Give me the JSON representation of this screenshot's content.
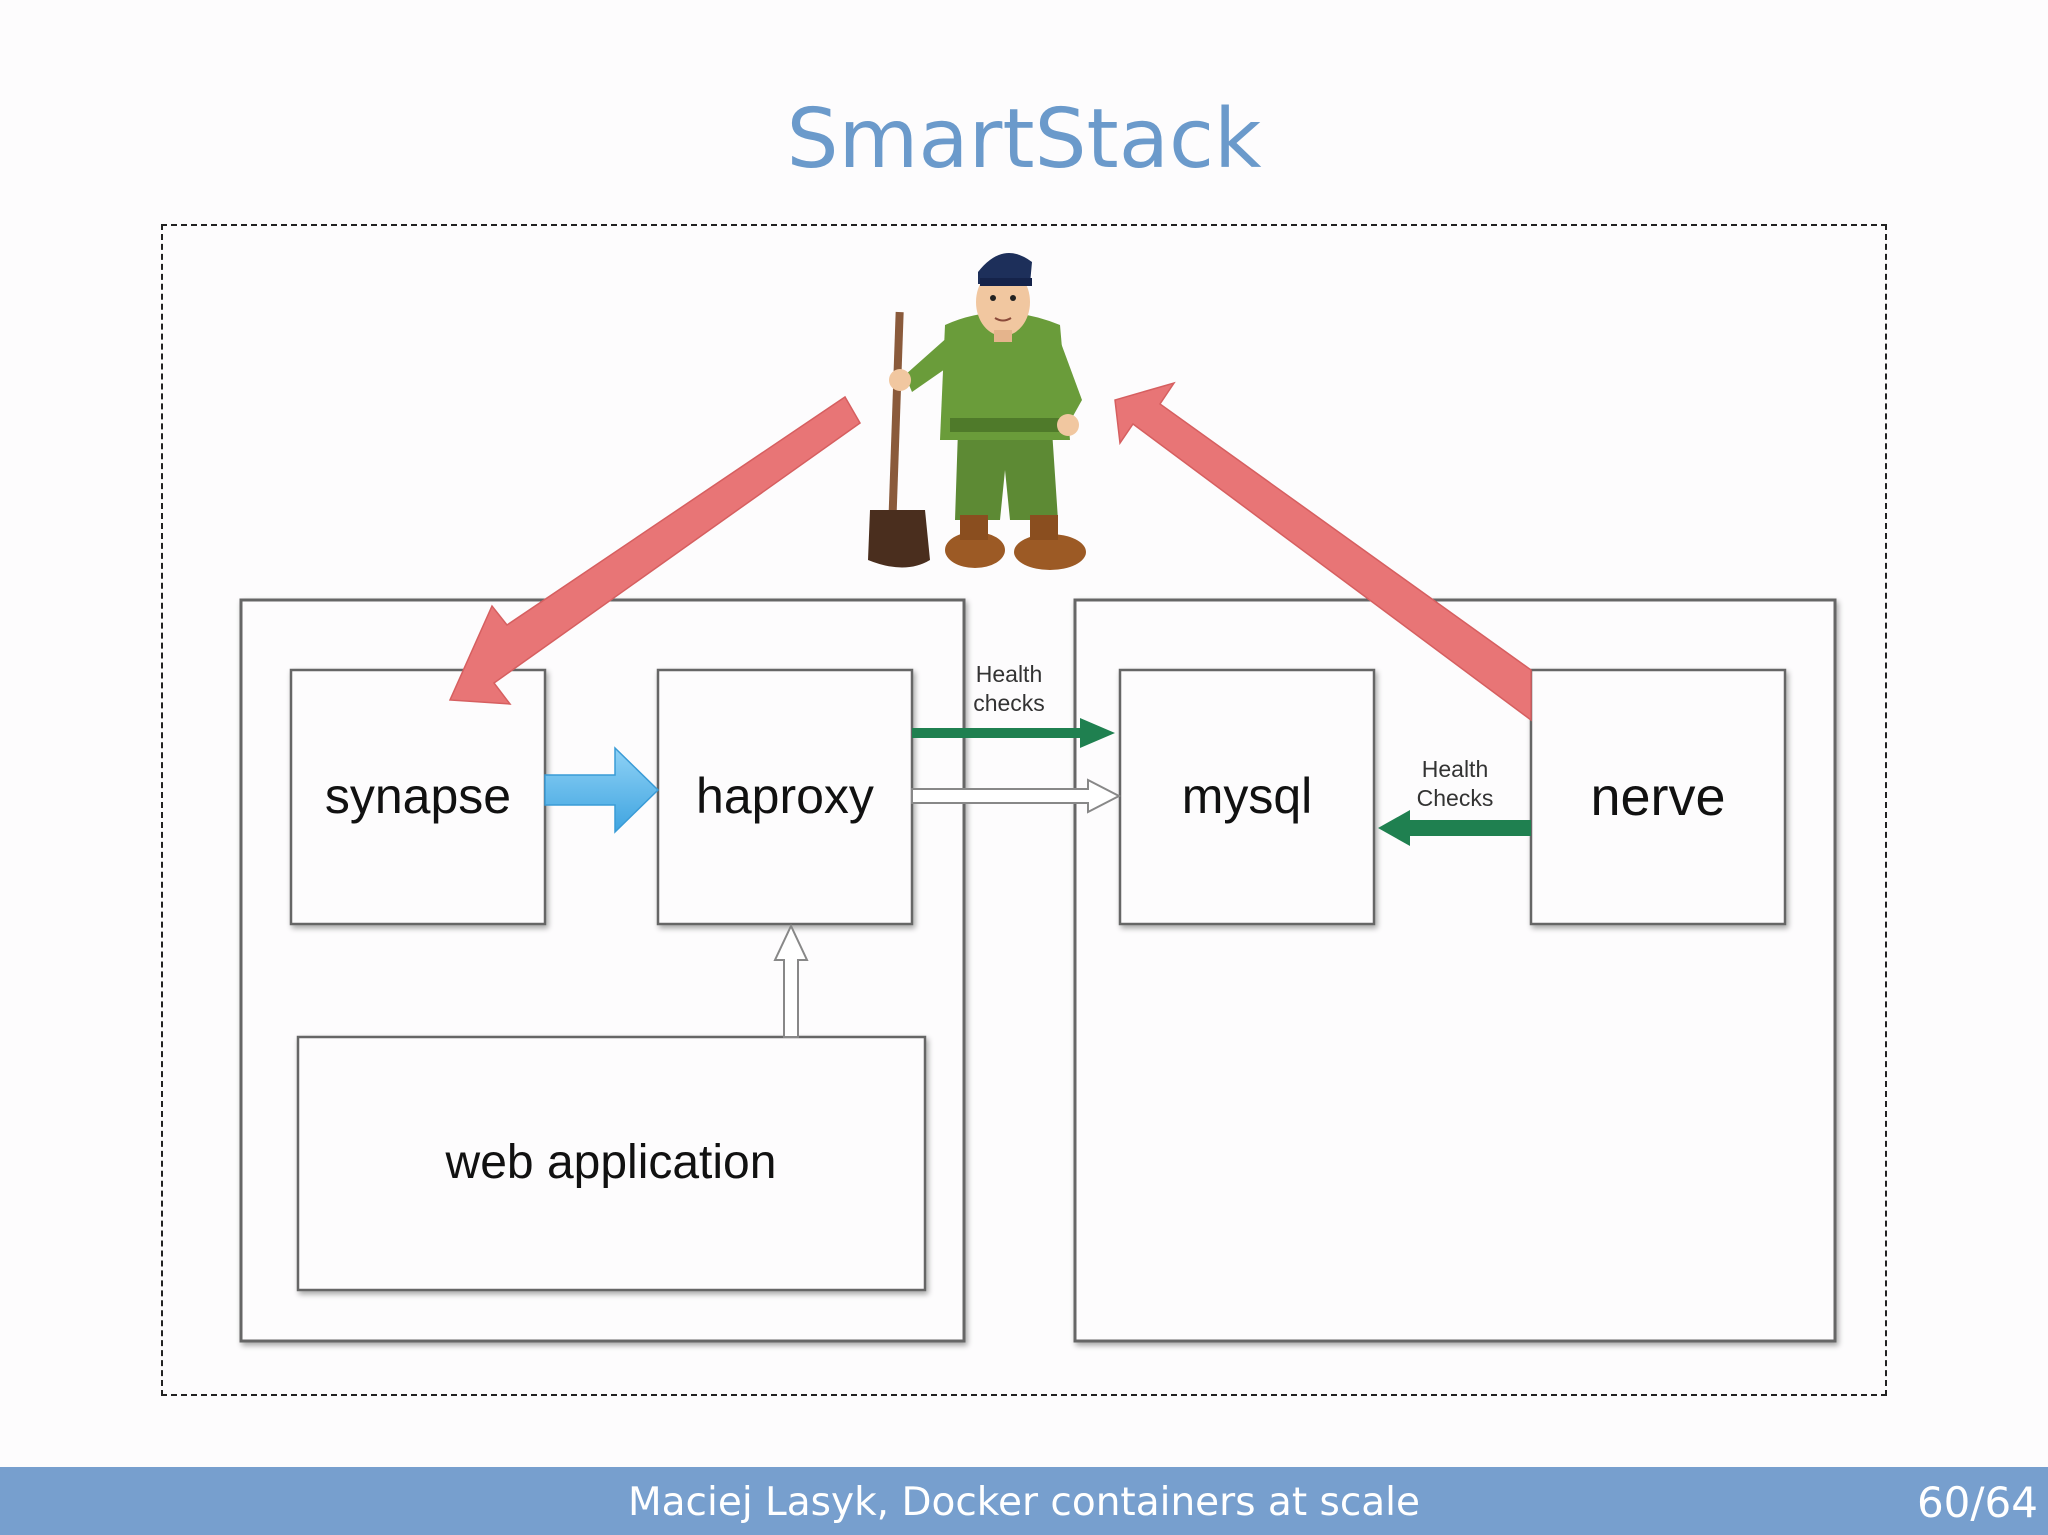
{
  "slide": {
    "title": "SmartStack"
  },
  "diagram": {
    "synapse_label": "synapse",
    "haproxy_label": "haproxy",
    "mysql_label": "mysql",
    "nerve_label": "nerve",
    "webapp_label": "web application",
    "health_checks_top": [
      "Health",
      "checks"
    ],
    "health_checks_right": [
      "Health",
      "Checks"
    ]
  },
  "footer": {
    "text": "Maciej Lasyk, Docker containers at scale",
    "page": "60/64"
  },
  "colors": {
    "title": "#6b9acb",
    "footer_bar": "#779fce",
    "red_arrow": "#e87576",
    "blue_arrow": "#5bb8ea",
    "green_arrow": "#1f8050"
  }
}
